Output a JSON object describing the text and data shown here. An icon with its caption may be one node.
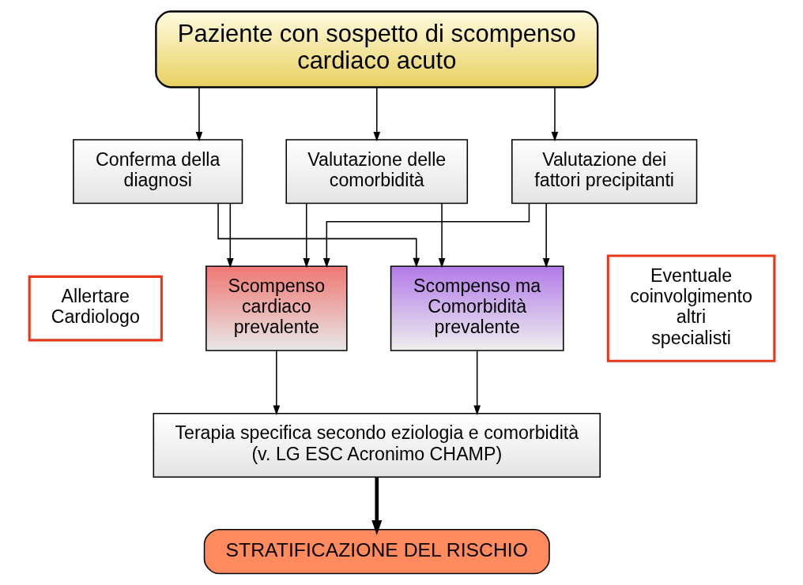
{
  "diagram": {
    "nodes": [
      {
        "text": [
          "Paziente con sospetto di scompenso cardiaco acuto"
        ]
      },
      {
        "text": [
          "Conferma della diagnosi"
        ]
      },
      {
        "text": [
          "Valutazione delle comorbidità"
        ]
      },
      {
        "text": [
          "Valutazione dei fattori precipitanti"
        ]
      },
      {
        "text": [
          "Allertare Cardiologo"
        ]
      },
      {
        "text": [
          "Scompenso cardiaco prevalente"
        ]
      },
      {
        "text": [
          "Scompenso ma Comorbidità prevalente"
        ]
      },
      {
        "text": [
          "Eventuale coinvolgimento altri specialisti"
        ]
      },
      {
        "text": [
          "Terapia specifica secondo eziologia e comorbidità (v. LG ESC Acronimo CHAMP)"
        ]
      },
      {
        "text": [
          "STRATIFICAZIONE DEL RISCHIO"
        ]
      }
    ],
    "edges": [
      {
        "from": 0,
        "to": 1,
        "arrow": "to"
      },
      {
        "from": 0,
        "to": 2,
        "arrow": "to"
      },
      {
        "from": 0,
        "to": 3,
        "arrow": "to"
      },
      {
        "from": 1,
        "to": 5,
        "arrow": "to"
      },
      {
        "from": 1,
        "to": 6,
        "arrow": "to"
      },
      {
        "from": 2,
        "to": 5,
        "arrow": "to"
      },
      {
        "from": 2,
        "to": 6,
        "arrow": "to"
      },
      {
        "from": 3,
        "to": 5,
        "arrow": "to"
      },
      {
        "from": 3,
        "to": 6,
        "arrow": "to"
      },
      {
        "from": 5,
        "to": 8,
        "arrow": "to"
      },
      {
        "from": 6,
        "to": 8,
        "arrow": "to"
      },
      {
        "from": 8,
        "to": 9,
        "arrow": "to",
        "style": "thick"
      }
    ]
  }
}
